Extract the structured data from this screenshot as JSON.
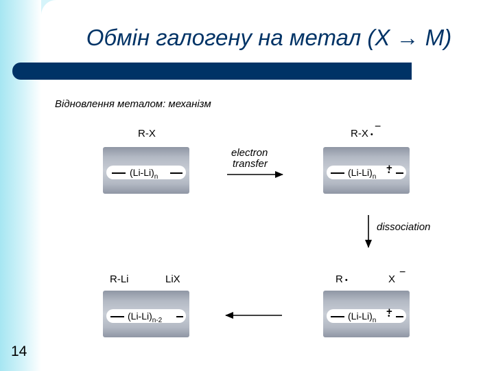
{
  "slide": {
    "title": "Обмін галогену на метал (X → M)",
    "subtitle": "Відновлення металом: механізм",
    "page_number": "14"
  },
  "scheme": {
    "top_left": {
      "label": "R-X",
      "cluster": "(Li-Li)",
      "subscript": "n"
    },
    "top_right": {
      "label": "R-X",
      "radical_anion": "−",
      "cluster": "(Li-Li)",
      "subscript": "n",
      "charge": "+"
    },
    "bottom_right": {
      "label_r": "R",
      "label_x": "X",
      "x_charge": "−",
      "cluster": "(Li-Li)",
      "subscript": "n",
      "charge": "+"
    },
    "bottom_left": {
      "label_rli": "R-Li",
      "label_lix": "LiX",
      "cluster": "(Li-Li)",
      "subscript": "n-2"
    },
    "arrow_top": [
      "electron",
      "transfer"
    ],
    "arrow_right": "dissociation"
  },
  "colors": {
    "title": "#003366",
    "bar": "#003366",
    "strip": "#a6e6f2"
  }
}
